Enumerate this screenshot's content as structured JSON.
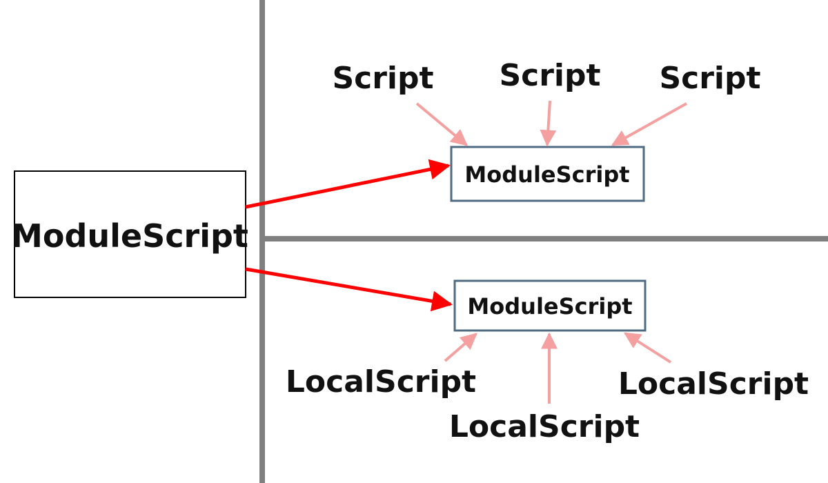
{
  "colors": {
    "divider": "#808080",
    "main_arrow": "#ff0000",
    "small_arrow": "#f4a0a0",
    "box_border": "#4e6b82",
    "main_box_border": "#000000",
    "text": "#111111"
  },
  "main_module": {
    "label": "ModuleScript"
  },
  "server_side": {
    "module": {
      "label": "ModuleScript"
    },
    "scripts": [
      {
        "label": "Script"
      },
      {
        "label": "Script"
      },
      {
        "label": "Script"
      }
    ]
  },
  "client_side": {
    "module": {
      "label": "ModuleScript"
    },
    "local_scripts": [
      {
        "label": "LocalScript"
      },
      {
        "label": "LocalScript"
      },
      {
        "label": "LocalScript"
      }
    ]
  }
}
